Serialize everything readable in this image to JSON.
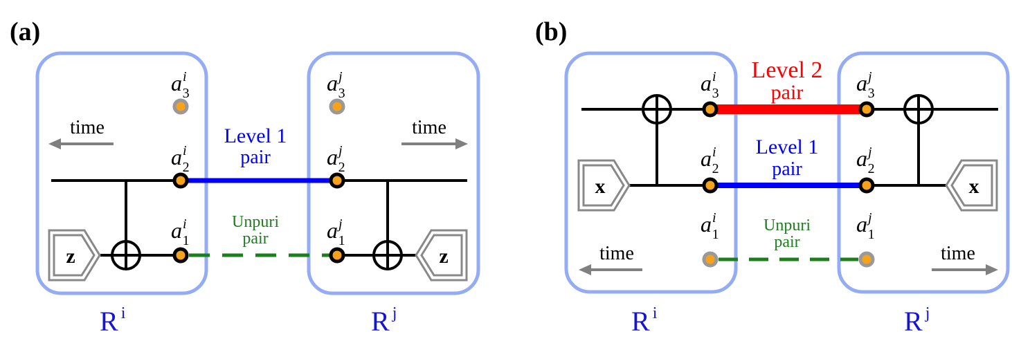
{
  "panel_a": {
    "tag": "(a)",
    "time_left": "time",
    "time_right": "time",
    "pair_level1_line1": "Level 1",
    "pair_level1_line2": "pair",
    "pair_unpuri_line1": "Unpuri",
    "pair_unpuri_line2": "pair",
    "measure_left": "z",
    "measure_right": "z",
    "ancilla": {
      "base": "a",
      "sup_i": "i",
      "sup_j": "j",
      "sub_1": "1",
      "sub_2": "2",
      "sub_3": "3"
    },
    "region_i_base": "R",
    "region_i_sup": "i",
    "region_j_base": "R",
    "region_j_sup": "j"
  },
  "panel_b": {
    "tag": "(b)",
    "time_left": "time",
    "time_right": "time",
    "pair_level2_line1": "Level 2",
    "pair_level2_line2": "pair",
    "pair_level1_line1": "Level 1",
    "pair_level1_line2": "pair",
    "pair_unpuri_line1": "Unpuri",
    "pair_unpuri_line2": "pair",
    "measure_left": "x",
    "measure_right": "x",
    "ancilla": {
      "base": "a",
      "sup_i": "i",
      "sup_j": "j",
      "sub_1": "1",
      "sub_2": "2",
      "sub_3": "3"
    },
    "region_i_base": "R",
    "region_i_sup": "i",
    "region_j_base": "R",
    "region_j_sup": "j"
  },
  "colors": {
    "region_border": "#93acf5",
    "wire": "#000000",
    "level1": "#0000ff",
    "level2": "#ff0000",
    "unpuri": "#1b7f1b",
    "node_fill": "#f7a21b",
    "node_gray": "#999999",
    "arrow_gray": "#808080",
    "region_label": "#1414d6"
  }
}
